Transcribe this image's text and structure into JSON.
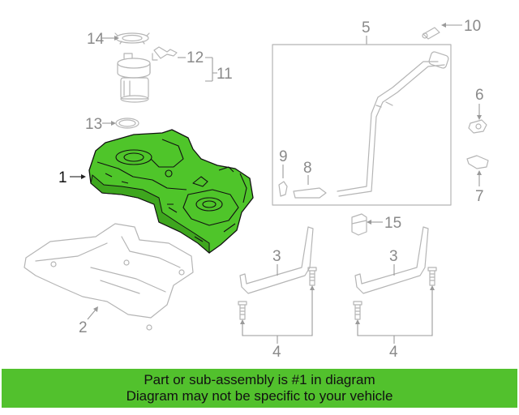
{
  "diagram": {
    "callouts": {
      "c1": "1",
      "c2": "2",
      "c3a": "3",
      "c3b": "3",
      "c4a": "4",
      "c4b": "4",
      "c5": "5",
      "c6": "6",
      "c7": "7",
      "c8": "8",
      "c9": "9",
      "c10": "10",
      "c11": "11",
      "c12": "12",
      "c13": "13",
      "c14": "14",
      "c15": "15"
    },
    "highlighted_part": "1",
    "highlight_color": "#4fc52a"
  },
  "banner": {
    "line1": "Part or sub-assembly is #1 in diagram",
    "line2": "Diagram may not be specific to your vehicle",
    "background": "#52c12d"
  }
}
